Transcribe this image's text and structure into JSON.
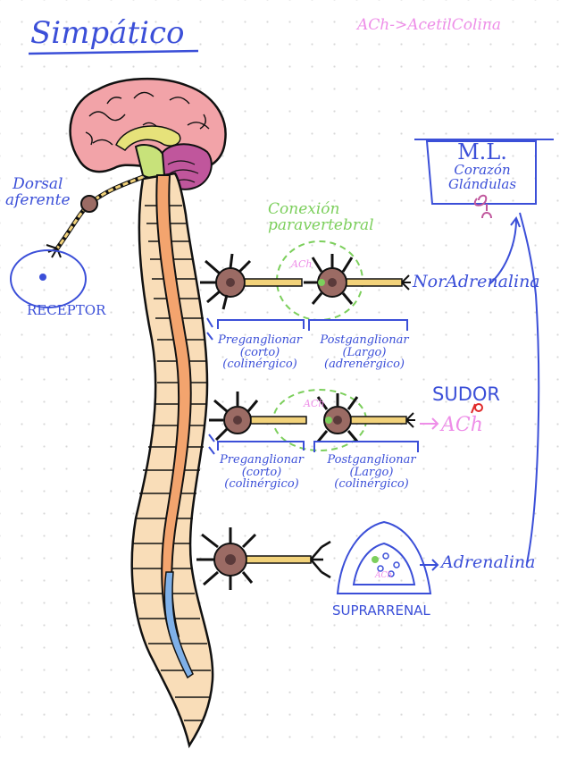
{
  "title": "Simpático",
  "note": "ACh->AcetilColina",
  "labels": {
    "dorsal_line1": "Dorsal",
    "dorsal_line2": "aferente",
    "receptor": "RECEPTOR",
    "conexion_line1": "Conexión",
    "conexion_line2": "paravertebral",
    "ach_small": "ACh",
    "noradrenalina": "NorAdrenalina",
    "ml": "M.L.",
    "corazon": "Corazón",
    "glandulas": "Glándulas",
    "sudor": "SUDOR",
    "ach_target": "ACh",
    "adrenalina": "Adrenalina",
    "suprarrenal": "SUPRARRENAL",
    "pre1": [
      "Preganglionar",
      "(corto)",
      "(colinérgico)"
    ],
    "post1": [
      "Postganglionar",
      "(Largo)",
      "(adrenérgico)"
    ],
    "pre2": [
      "Preganglionar",
      "(corto)",
      "(colinérgico)"
    ],
    "post2": [
      "Postganglionar",
      "(Largo)",
      "(colinérgico)"
    ]
  },
  "colors": {
    "ink_blue": "#3b4fd8",
    "green": "#7ccf5c",
    "pink": "#ee8ee8",
    "red": "#e02a2a",
    "brain_pink": "#f2a3a8",
    "cerebellum": "#c0569c",
    "spinal_cord": "#f3a46e",
    "bone": "#f9ddb8",
    "neuron": "#9b6b64"
  }
}
